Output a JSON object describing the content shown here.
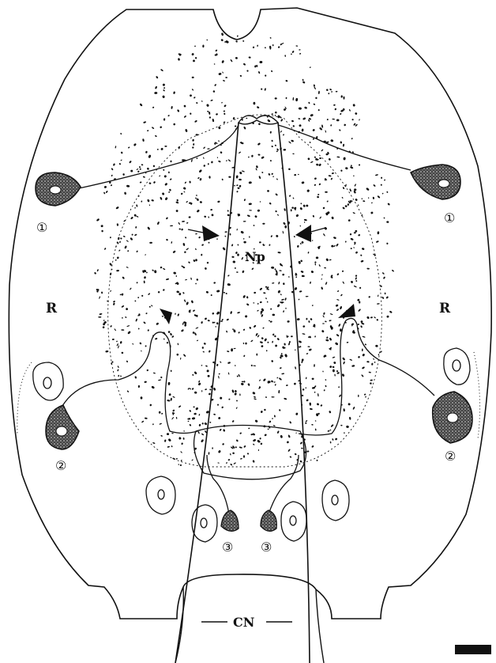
{
  "labels": {
    "np": "Np",
    "r_left": "R",
    "r_right": "R",
    "cn": "CN",
    "neuron1_left": "①",
    "neuron1_right": "①",
    "neuron2_left": "②",
    "neuron2_right": "②",
    "neuron3_left": "③",
    "neuron3_right": "③"
  },
  "colors": {
    "ink": "#111111",
    "background": "#ffffff"
  },
  "icons": {
    "arrow": "arrow-icon",
    "arrowhead": "arrowhead-icon",
    "scale_bar": "scale-bar"
  }
}
